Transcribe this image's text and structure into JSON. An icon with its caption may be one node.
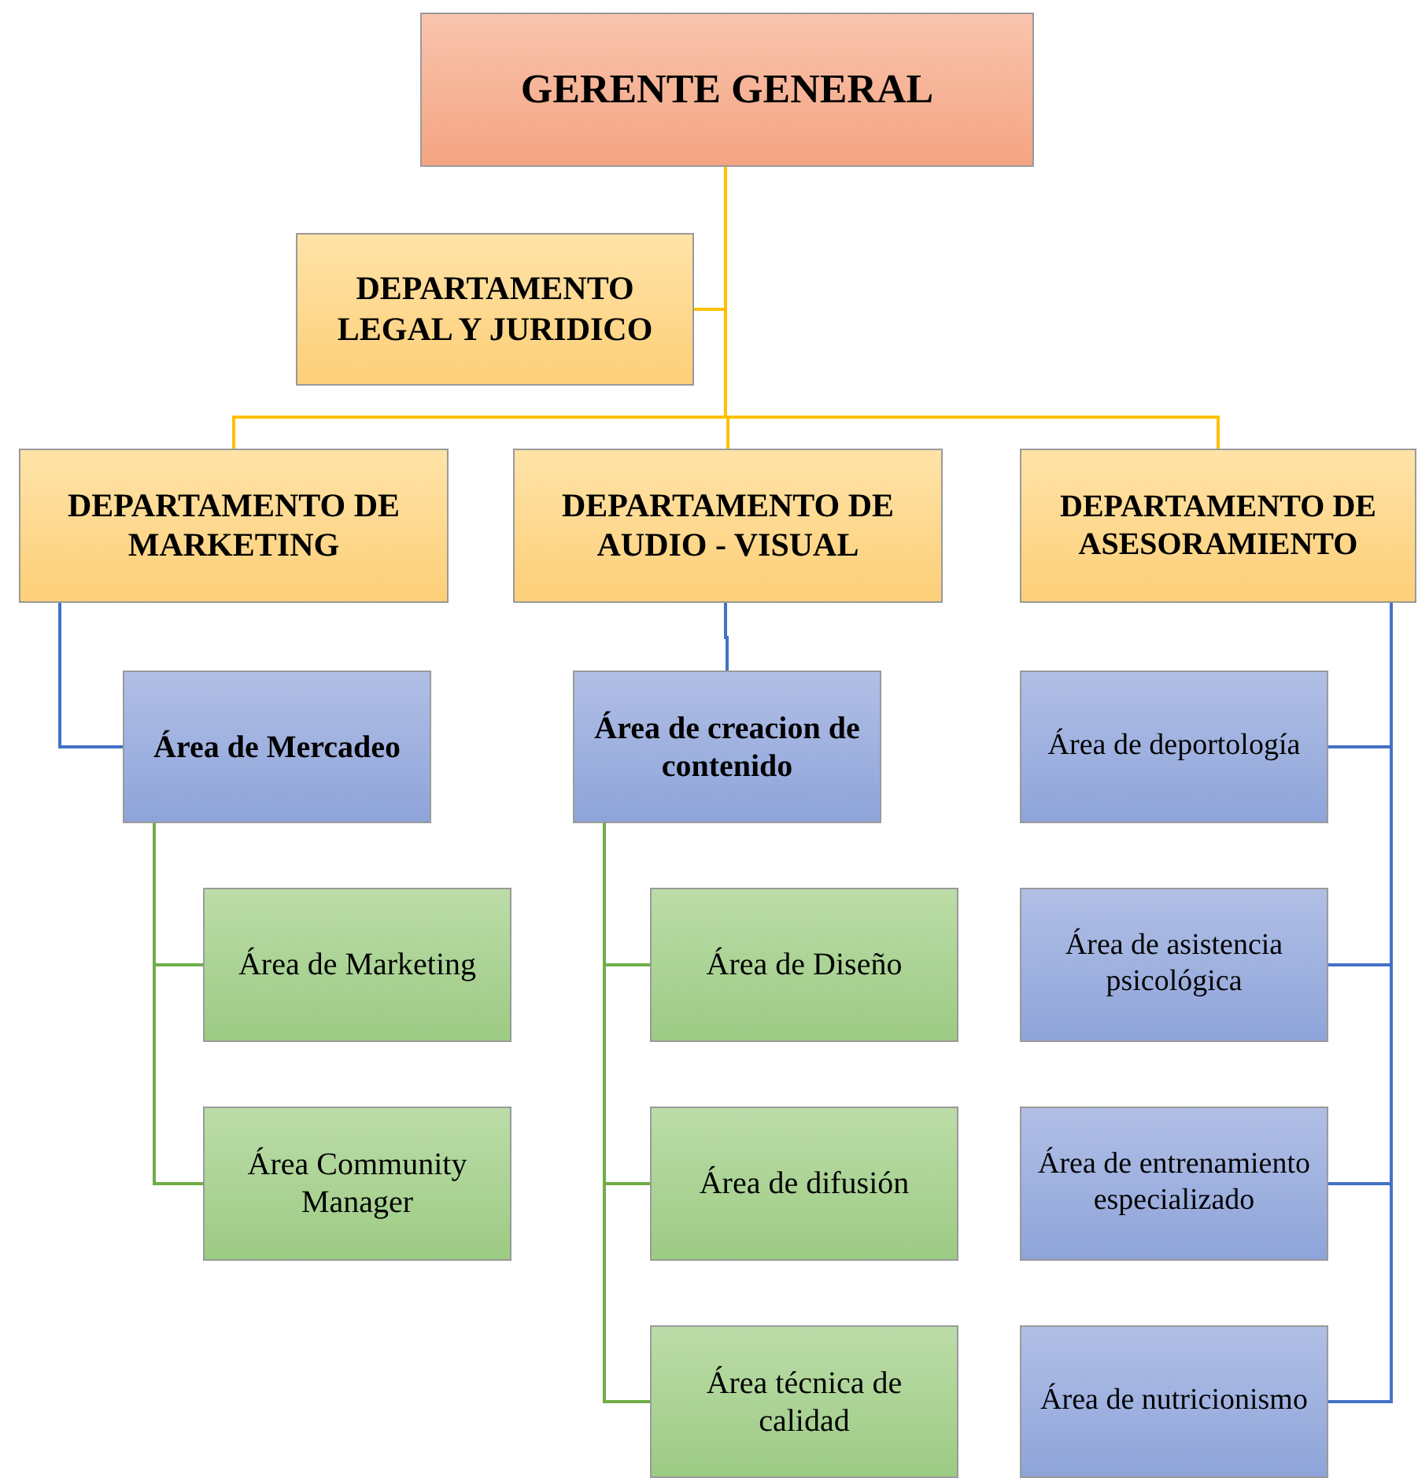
{
  "diagram": {
    "nodes": [
      {
        "text": [
          "GERENTE GENERAL"
        ]
      },
      {
        "text": [
          "DEPARTAMENTO LEGAL Y JURIDICO"
        ]
      },
      {
        "text": [
          "DEPARTAMENTO DE MARKETING"
        ]
      },
      {
        "text": [
          "DEPARTAMENTO DE AUDIO - VISUAL"
        ]
      },
      {
        "text": [
          "DEPARTAMENTO DE ASESORAMIENTO"
        ]
      },
      {
        "text": [
          "Área de Mercadeo"
        ]
      },
      {
        "text": [
          "Área de creacion de contenido"
        ]
      },
      {
        "text": [
          "Área de deportología"
        ]
      },
      {
        "text": [
          "Área de Marketing"
        ]
      },
      {
        "text": [
          "Área de Diseño"
        ]
      },
      {
        "text": [
          "Área de asistencia psicológica"
        ]
      },
      {
        "text": [
          "Área Community Manager"
        ]
      },
      {
        "text": [
          "Área de difusión"
        ]
      },
      {
        "text": [
          "Área de entrenamiento especializado"
        ]
      },
      {
        "text": [
          "Área técnica de calidad"
        ]
      },
      {
        "text": [
          "Área de nutricionismo"
        ]
      }
    ],
    "edges": [
      {
        "from": 0,
        "to": 1,
        "arrow": "none",
        "color": "#ffc000"
      },
      {
        "from": 0,
        "to": 2,
        "arrow": "none",
        "color": "#ffc000"
      },
      {
        "from": 0,
        "to": 3,
        "arrow": "none",
        "color": "#ffc000"
      },
      {
        "from": 0,
        "to": 4,
        "arrow": "none",
        "color": "#ffc000"
      },
      {
        "from": 2,
        "to": 5,
        "arrow": "none",
        "color": "#4472c4"
      },
      {
        "from": 3,
        "to": 6,
        "arrow": "none",
        "color": "#4472c4"
      },
      {
        "from": 4,
        "to": 7,
        "arrow": "none",
        "color": "#4472c4"
      },
      {
        "from": 4,
        "to": 10,
        "arrow": "none",
        "color": "#4472c4"
      },
      {
        "from": 4,
        "to": 13,
        "arrow": "none",
        "color": "#4472c4"
      },
      {
        "from": 4,
        "to": 15,
        "arrow": "none",
        "color": "#4472c4"
      },
      {
        "from": 5,
        "to": 8,
        "arrow": "none",
        "color": "#70ad47"
      },
      {
        "from": 5,
        "to": 11,
        "arrow": "none",
        "color": "#70ad47"
      },
      {
        "from": 6,
        "to": 9,
        "arrow": "none",
        "color": "#70ad47"
      },
      {
        "from": 6,
        "to": 12,
        "arrow": "none",
        "color": "#70ad47"
      },
      {
        "from": 6,
        "to": 14,
        "arrow": "none",
        "color": "#70ad47"
      }
    ]
  }
}
